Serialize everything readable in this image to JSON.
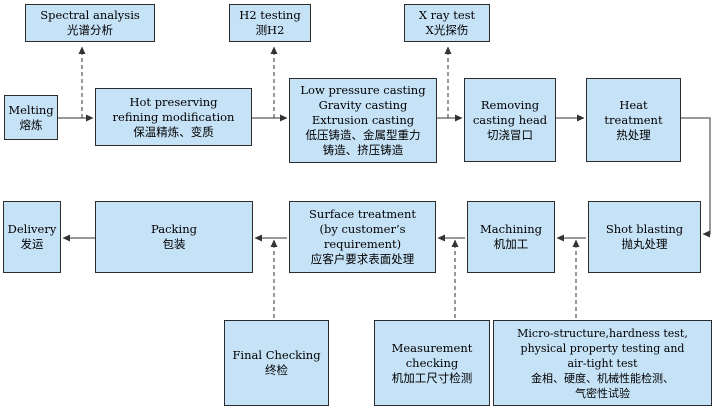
{
  "boxes": {
    "spectral": [
      "Spectral analysis",
      "光谱分析"
    ],
    "h2": [
      "H2 testing",
      "测H2"
    ],
    "xray": [
      "X ray test",
      "X光探伤"
    ],
    "melting": [
      "Melting",
      "熔炼"
    ],
    "hot_preserving": [
      "Hot preserving",
      "refining modification",
      "保温精炼、变质"
    ],
    "casting": [
      "Low pressure casting",
      "Gravity casting",
      "Extrusion casting",
      "低压铸造、金属型重力",
      "铸造、挤压铸造"
    ],
    "removing": [
      "Removing",
      "casting head",
      "切浇冒口"
    ],
    "heat": [
      "Heat",
      "treatment",
      "热处理"
    ],
    "delivery": [
      "Delivery",
      "发运"
    ],
    "packing": [
      "Packing",
      "包装"
    ],
    "surface": [
      "Surface treatment",
      "(by customer’s",
      "requirement)",
      "应客户要求表面处理"
    ],
    "machining": [
      "Machining",
      "机加工"
    ],
    "shot": [
      "Shot blasting",
      "抛丸处理"
    ],
    "final": [
      "Final Checking",
      "终检"
    ],
    "measurement": [
      "Measurement",
      "checking",
      "机加工尺寸检测"
    ],
    "micro": [
      "Micro-structure,hardness test,",
      "physical property testing and",
      "air-tight test",
      "金相、硬度、机械性能检测、",
      "气密性试验"
    ]
  },
  "colors": {
    "box_fill": "#c6e2f7",
    "border": "#2b2b2b",
    "line": "#333333"
  }
}
